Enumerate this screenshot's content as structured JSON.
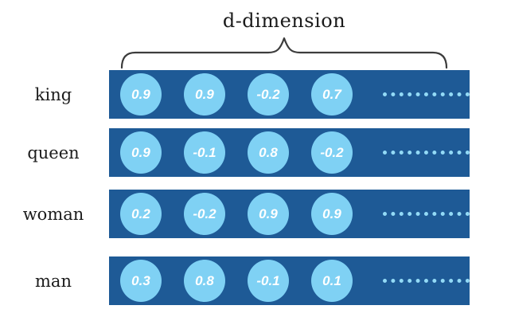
{
  "title": "d-dimension",
  "rows": [
    {
      "label": "king",
      "values": [
        "0.9",
        "0.9",
        "-0.2",
        "0.7"
      ]
    },
    {
      "label": "queen",
      "values": [
        "0.9",
        "-0.1",
        "0.8",
        "-0.2"
      ]
    },
    {
      "label": "woman",
      "values": [
        "0.2",
        "-0.2",
        "0.9",
        "0.9"
      ]
    },
    {
      "label": "man",
      "values": [
        "0.3",
        "0.8",
        "-0.1",
        "0.1"
      ]
    }
  ],
  "colors": {
    "bar_background": "#1e5a96",
    "cell_circle": "#7fd1f4",
    "ellipsis_dots": "#93daf6",
    "value_text": "#ffffff",
    "label_text": "#1c1c1c",
    "brace_stroke": "#3c3c3c",
    "page_background": "#ffffff"
  }
}
